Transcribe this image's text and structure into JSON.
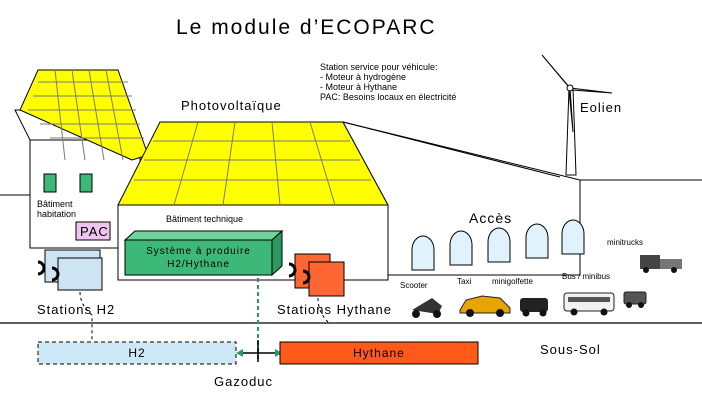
{
  "title": "Le module d’ECOPARC",
  "station_note": {
    "line1": "Station service pour véhicule:",
    "line2": "- Moteur à hydrogène",
    "line3": "- Moteur à Hythane",
    "line4": "PAC: Besoins locaux en électricité"
  },
  "labels": {
    "photovoltaique": "Photovoltaïque",
    "eolien": "Eolien",
    "batiment_habitation_1": "Bâtiment",
    "batiment_habitation_2": "habitation",
    "pac": "PAC",
    "batiment_technique": "Bâtiment technique",
    "systeme_1": "Système à produire",
    "systeme_2": "H2/Hythane",
    "acces": "Accès",
    "minitrucks": "minitrucks",
    "scooter": "Scooter",
    "taxi": "Taxi",
    "minigolfette": "minigolfette",
    "bus": "Bus / minibus",
    "stations_h2": "Stations H2",
    "stations_hythane": "Stations Hythane",
    "h2": "H2",
    "hythane": "Hythane",
    "sous_sol": "Sous-Sol",
    "gazoduc": "Gazoduc"
  },
  "colors": {
    "panel": "#ffff00",
    "panel_grid": "#7a7a7a",
    "green_block": "#3cb878",
    "orange_block": "#ff6633",
    "h2_pipe": "#cce8f6",
    "hythane_pipe": "#ff5a1a",
    "pac": "#f0c6f0",
    "station_h2": "#cfe4f2",
    "arch": "#e0f2fb"
  }
}
